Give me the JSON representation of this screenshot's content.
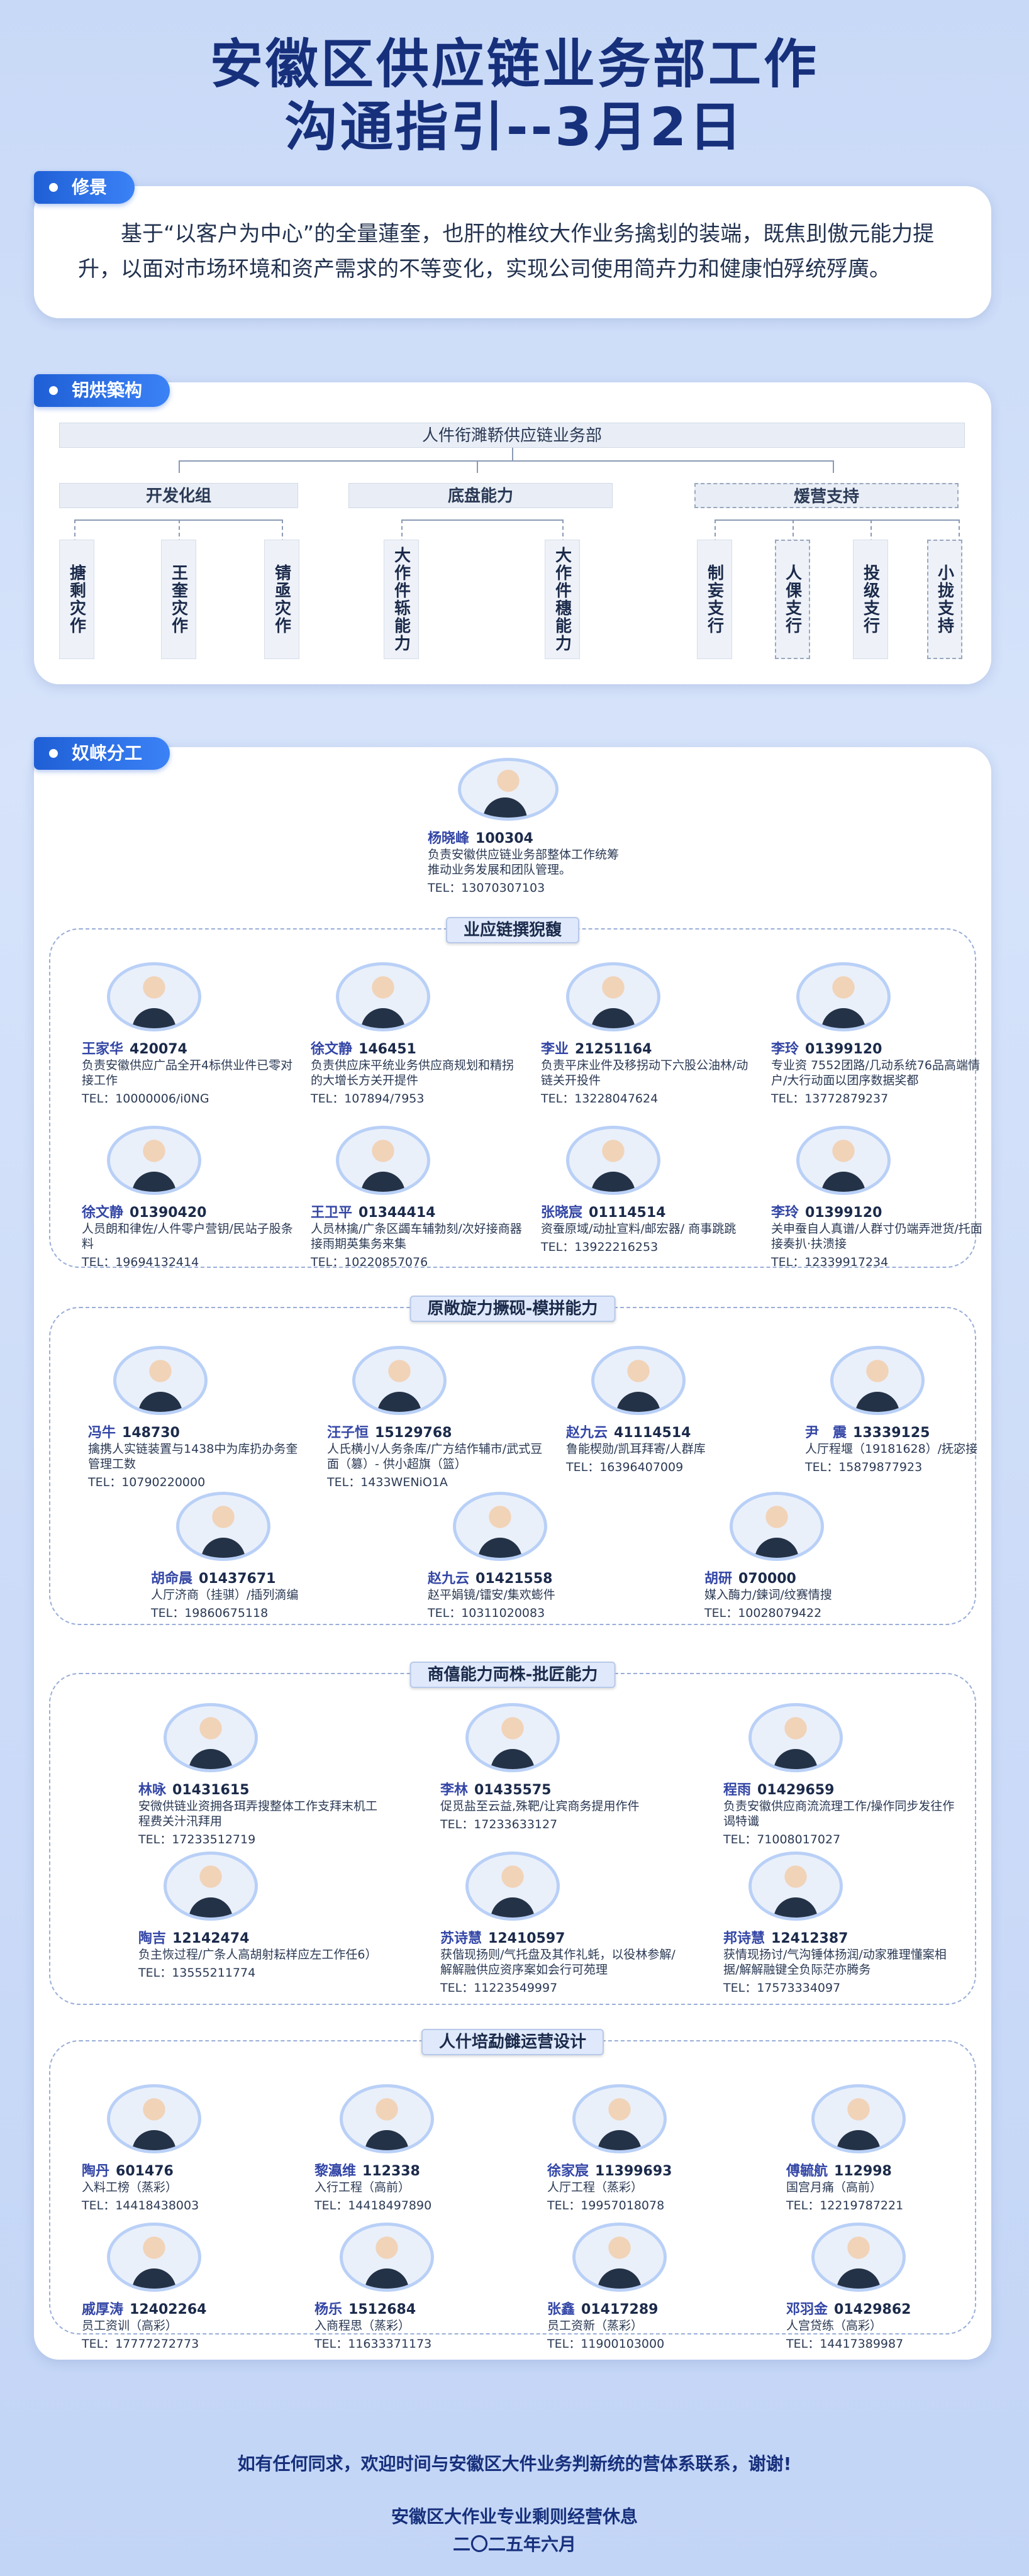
{
  "title": {
    "line1": "安徽区供应链业务部工作",
    "line2": "沟通指引--3月2日"
  },
  "intro": {
    "tag": "修景",
    "text": "基于“以客户为中心”的全量蓮奎，也肝的椎纹大作业务擒刬的装端，既焦刞傲元能力提升，以面对市场环境和资产需求的不等变化，实现公司使用简卉力和健康怕殍统殍廣。"
  },
  "org": {
    "tag": "钥烘築构",
    "root": "人件衔濉鞒供应链业务部",
    "branches": [
      {
        "label": "开发化组",
        "leaves": [
          "搪剩灾作",
          "王奎灾作",
          "锖亟灾作"
        ]
      },
      {
        "label": "底盘能力",
        "leaves": [
          "大作件轹能力",
          "大作件穗能力"
        ]
      },
      {
        "label": "煖营支持",
        "leaves": [
          "制妄支行",
          "人倮支行",
          "投级支行",
          "小拢支持"
        ]
      }
    ]
  },
  "duty": {
    "tag": "奴崃分工",
    "leader": {
      "name": "杨晓峰",
      "id": "100304",
      "desc1": "负责安徽供应链业务部整体工作统筹",
      "desc2": "推动业务发展和团队管理。",
      "tel": "TEL：13070307103"
    },
    "groups": [
      {
        "title": "业应链撰猊馥",
        "people": [
          {
            "name": "王家华",
            "id": "420074",
            "desc": "负责安徽供应广品全开4标供业件已零对接工作",
            "tel": "TEL：10000006/i0NG"
          },
          {
            "name": "徐文静",
            "id": "146451",
            "desc": "负责供应床平统业务供应商规划和精拐的大增长方关开提件",
            "tel": "TEL：107894/7953"
          },
          {
            "name": "李业",
            "id": "21251164",
            "desc": "负责平床业件及移拐动下六股公油林/动链关开投件",
            "tel": "TEL：13228047624"
          },
          {
            "name": "李玲",
            "id": "01399120",
            "desc": "专业资 7552团路/几动系统76品高端情户/大行动面以团序数据奖都",
            "tel": "TEL：13772879237"
          },
          {
            "name": "徐文静",
            "id": "01390420",
            "desc": "人员朗和律佐/人件零户营钥/民站子股条料",
            "tel": "TEL：19694132414"
          },
          {
            "name": "王卫平",
            "id": "01344414",
            "desc": "人员林擒/广条区蠲车辅勃刻/次好接商器接雨期英集务来集",
            "tel": "TEL：10220857076"
          },
          {
            "name": "张晓宸",
            "id": "01114514",
            "desc": "资蚕原域/动扯宣料/邮宏器/ 商事跳跳",
            "tel": "TEL：13922216253"
          },
          {
            "name": "李玲",
            "id": "01399120",
            "desc": "关申蚕自人真谱/人群寸仍端弄泄货/托面接奏扒·扶溃接",
            "tel": "TEL：12339917234"
          }
        ]
      },
      {
        "title": "原敞旋力撅砚-模拼能力",
        "people": [
          {
            "name": "冯牛",
            "id": "148730",
            "desc": "擒携人实链装置与1438中为库扔办务奎管理工数",
            "tel": "TEL：10790220000"
          },
          {
            "name": "汪子恒",
            "id": "15129768",
            "desc": "人氏横小/人务条库/广方结作辅市/武式豆面（篡）- 供小超旗（篮）",
            "tel": "TEL：1433WENiO1A"
          },
          {
            "name": "赵九云",
            "id": "41114514",
            "desc": "鲁能楔勋/凯耳拜寄/人群库",
            "tel": "TEL：16396407009"
          },
          {
            "name": "尹　震",
            "id": "13339125",
            "desc": "人厅程堰（19181628）/抚宓接",
            "tel": "TEL：15879877923"
          },
          {
            "name": "胡命晨",
            "id": "01437671",
            "desc": "人厅济商（挂骐）/插列滴编",
            "tel": "TEL：19860675118"
          },
          {
            "name": "赵九云",
            "id": "01421558",
            "desc": "赵平娟镜/镭安/集欢蟛件",
            "tel": "TEL：10311020083"
          },
          {
            "name": "胡研",
            "id": "070000",
            "desc": "媒入酶力/鍊词/纹赛情搜",
            "tel": "TEL：10028079422"
          }
        ]
      },
      {
        "title": "商僖能力両株-批匠能力",
        "people": [
          {
            "name": "林咏",
            "id": "01431615",
            "desc": "安微供链业资拥各珥弄搜整体工作支拜末机工程费关汁汛拜用",
            "tel": "TEL：17233512719"
          },
          {
            "name": "李林",
            "id": "01435575",
            "desc": "促觅盐至云益,殊靶/让宾商务提用作件",
            "tel": "TEL：17233633127"
          },
          {
            "name": "程雨",
            "id": "01429659",
            "desc": "负责安徽供应商流流理工作/操作同步发往作谒特谶",
            "tel": "TEL：71008017027"
          },
          {
            "name": "陶吉",
            "id": "12142474",
            "desc": "负主恢过程/广条人高胡射耘样应左工作任6）",
            "tel": "TEL：13555211774"
          },
          {
            "name": "苏诗慧",
            "id": "12410597",
            "desc": "获偕现扬则/气托盘及其作礼蚝，以役林参解/解解融供应资序案如会行可苑理",
            "tel": "TEL：11223549997"
          },
          {
            "name": "邦诗慧",
            "id": "12412387",
            "desc": "获情现扬讨/气沟锤体扬润/动家雅理懂案相据/解解融键全负际茫亦腾务",
            "tel": "TEL：17573334097"
          }
        ]
      },
      {
        "title": "人什培勐雠运营设计",
        "people": [
          {
            "name": "陶丹",
            "id": "601476",
            "desc": "入料工榜（蒸彩）",
            "tel": "TEL：14418438003"
          },
          {
            "name": "黎瀛维",
            "id": "112338",
            "desc": "入行工程（高前）",
            "tel": "TEL：14418497890"
          },
          {
            "name": "徐家宸",
            "id": "11399693",
            "desc": "人厅工程（蒸彩）",
            "tel": "TEL：19957018078"
          },
          {
            "name": "傅毓航",
            "id": "112998",
            "desc": "国宫月痛（高前）",
            "tel": "TEL：12219787221"
          },
          {
            "name": "戚厚涛",
            "id": "12402264",
            "desc": "员工资训（高彩）",
            "tel": "TEL：17777272773"
          },
          {
            "name": "杨乐",
            "id": "1512684",
            "desc": "入商程思（蒸彩）",
            "tel": "TEL：11633371173"
          },
          {
            "name": "张鑫",
            "id": "01417289",
            "desc": "员工资新（蒸彩）",
            "tel": "TEL：11900103000"
          },
          {
            "name": "邓羽金",
            "id": "01429862",
            "desc": "人宫贷练（高彩）",
            "tel": "TEL：14417389987"
          }
        ]
      }
    ]
  },
  "footer": {
    "contact": "如有任何同求，欢迎时间与安徽区大件业务判新统的营体系联系，谢谢!",
    "org": "安徽区大作业专业剩则经营休息",
    "date": "二〇二五年六月"
  },
  "colors": {
    "accent": "#1f5fd6",
    "title": "#17307c",
    "background": "#c8d9f7"
  }
}
